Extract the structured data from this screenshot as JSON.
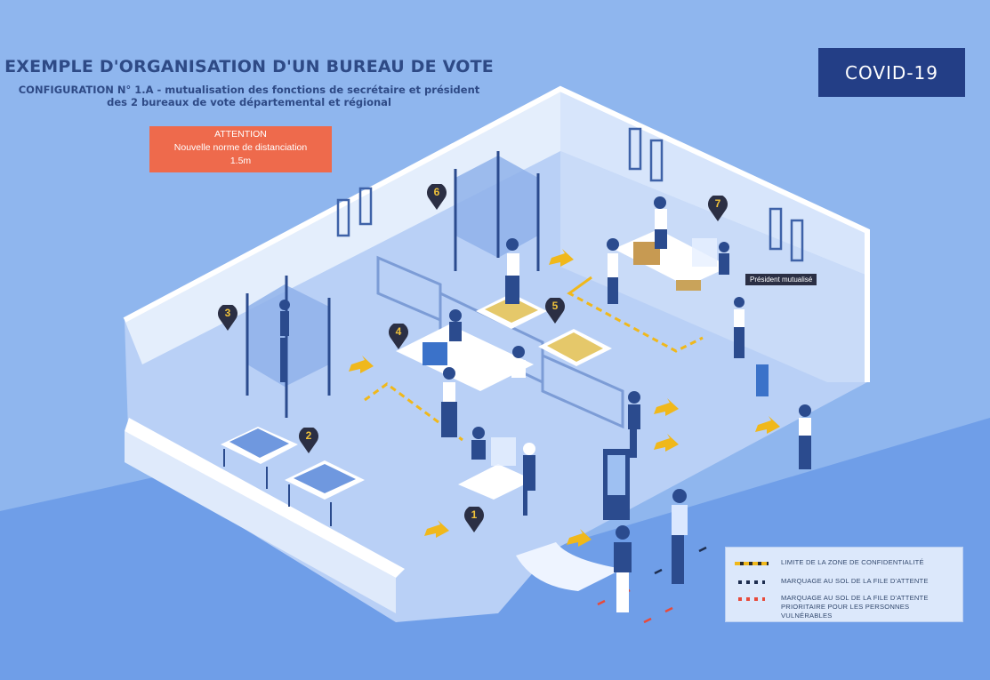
{
  "header": {
    "title": "EXEMPLE D'ORGANISATION D'UN BUREAU DE VOTE",
    "subtitle_line1": "CONFIGURATION N° 1.A - mutualisation des fonctions de secrétaire et président",
    "subtitle_line2": "des 2 bureaux de vote départemental et régional"
  },
  "attention": {
    "heading": "ATTENTION",
    "line1": "Nouvelle norme de distanciation",
    "line2": "1.5m"
  },
  "badge": {
    "label": "COVID-19"
  },
  "president_label": "Président mutualisé",
  "markers": [
    "1",
    "2",
    "3",
    "4",
    "5",
    "6",
    "7"
  ],
  "legend": [
    {
      "label": "LIMITE DE LA ZONE DE CONFIDENTIALITÉ",
      "label2": ""
    },
    {
      "label": "MARQUAGE AU SOL DE LA FILE D'ATTENTE",
      "label2": ""
    },
    {
      "label": "MARQUAGE AU SOL DE LA FILE D'ATTENTE",
      "label2": "PRIORITAIRE POUR LES PERSONNES VULNÉRABLES"
    }
  ],
  "colors": {
    "background": "#8fb6ee",
    "floor": "#b9d0f6",
    "wall": "#e4eefc",
    "accent_orange": "#ee6a4c",
    "accent_navy": "#233e86",
    "marker_yellow": "#f0c23a"
  }
}
